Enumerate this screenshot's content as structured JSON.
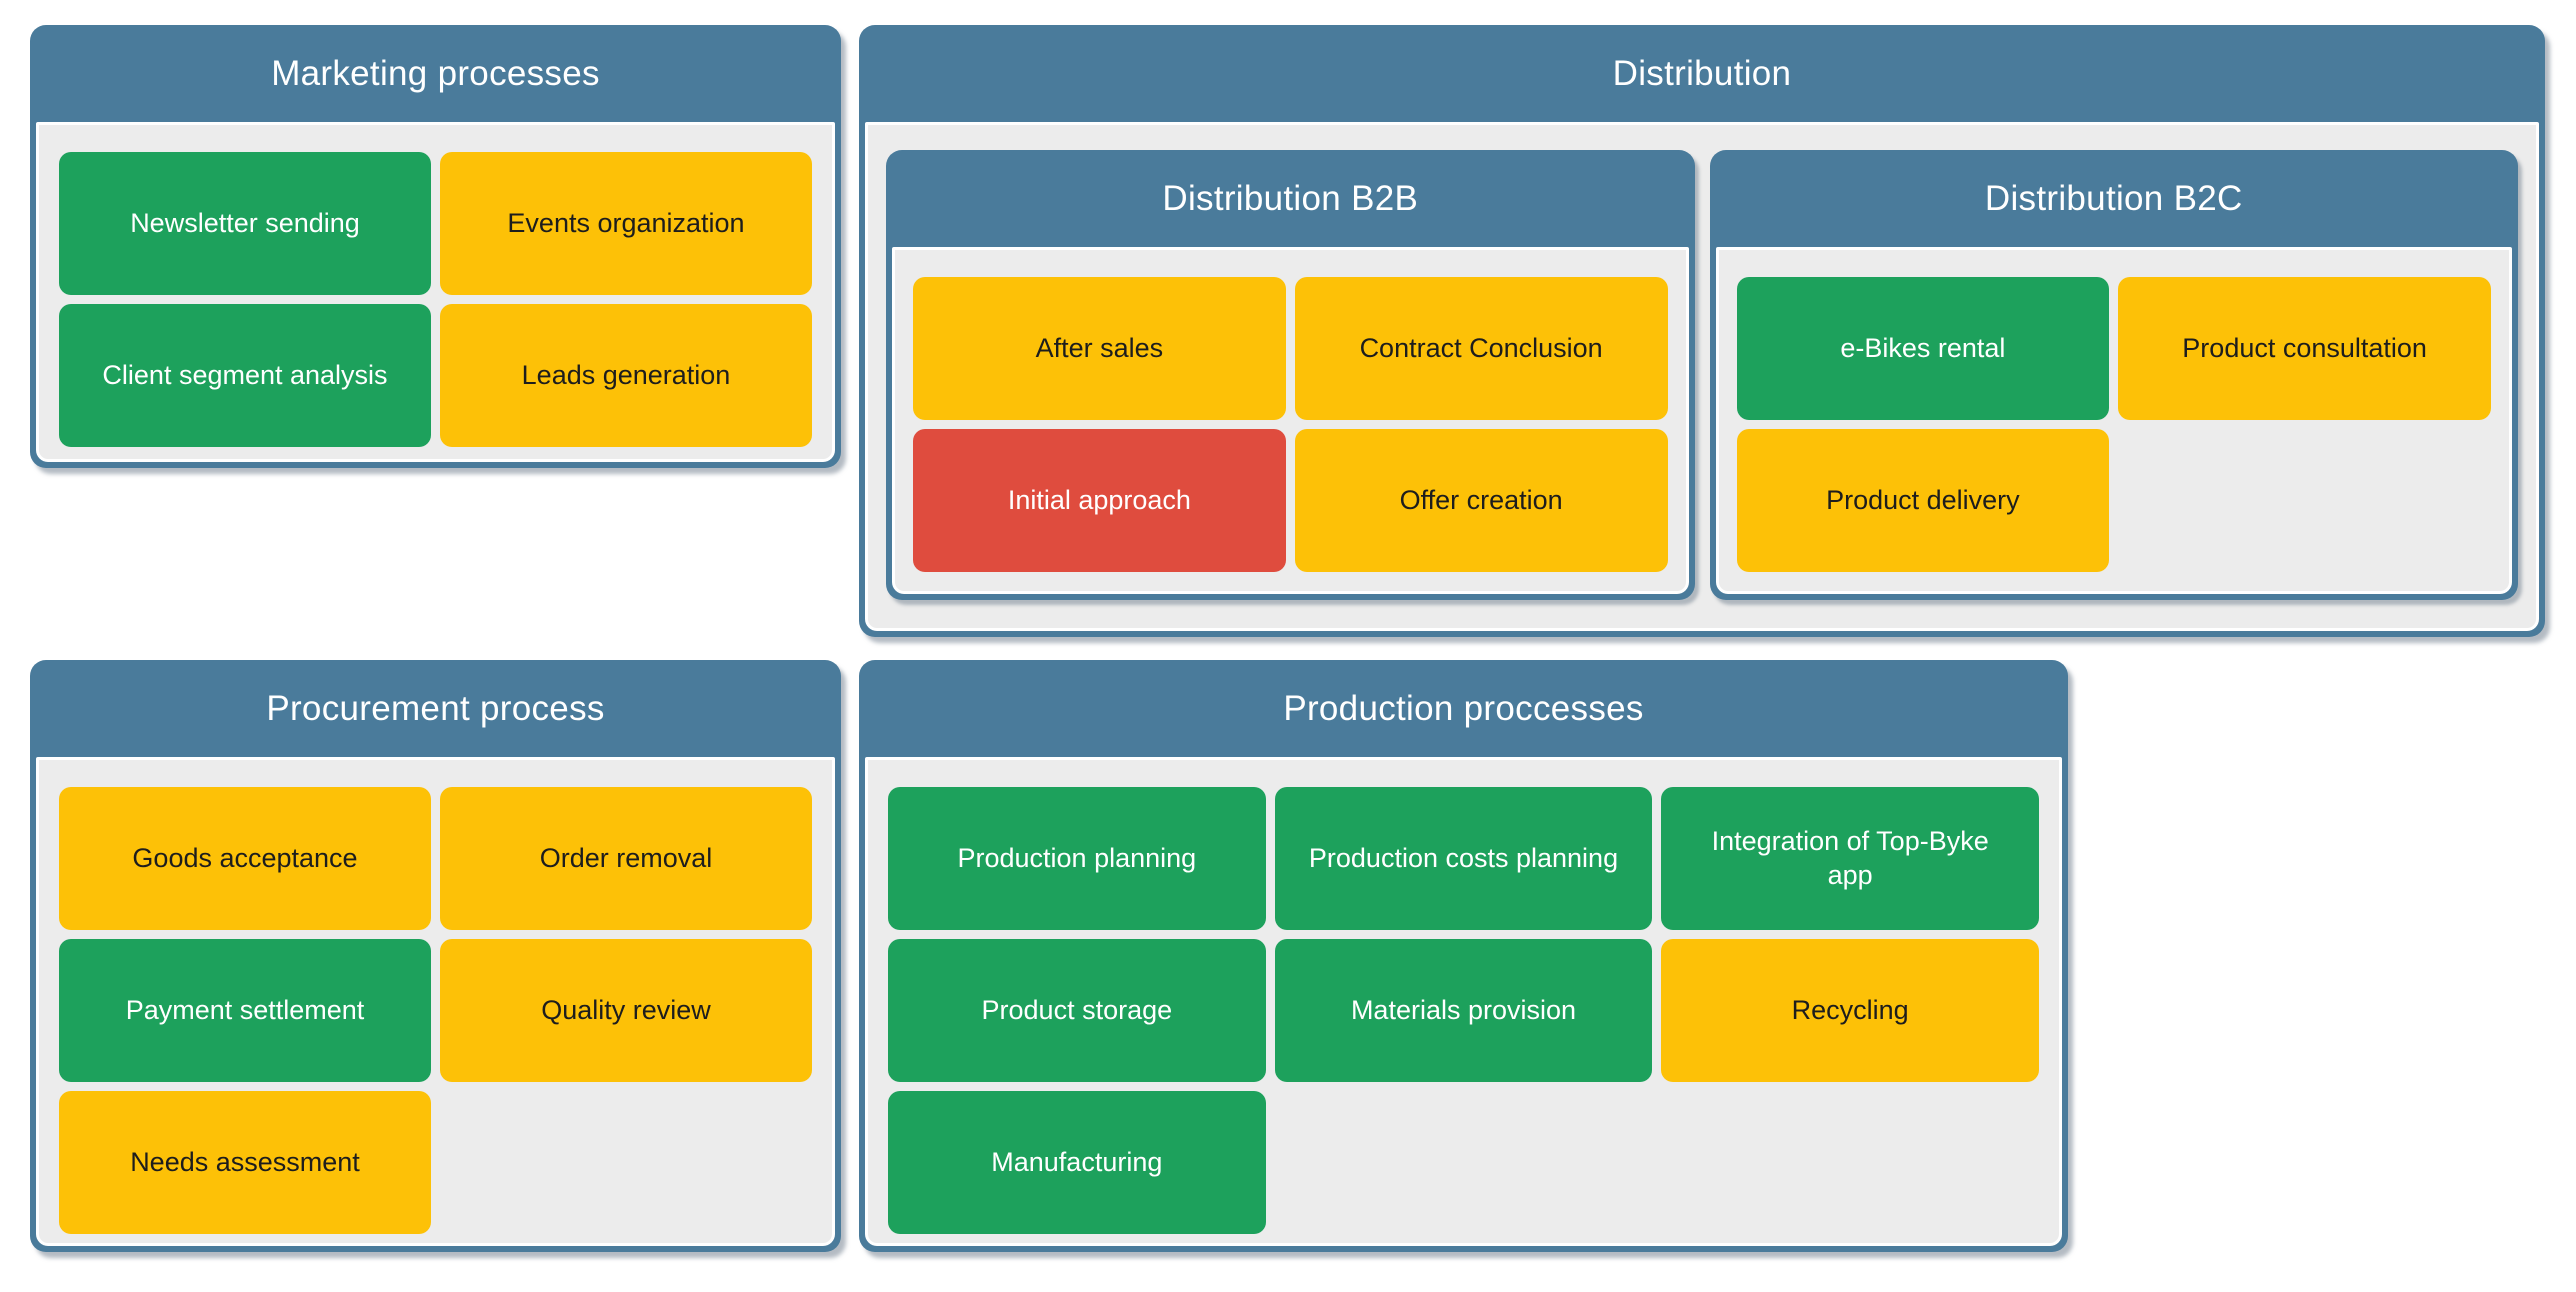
{
  "colors": {
    "header_blue": "#4A7B9B",
    "body_gray": "#ECECEC",
    "tile_green": "#1DA15C",
    "tile_yellow": "#FDC107",
    "tile_red": "#DF4C3E",
    "header_text": "#FFFFFF",
    "text_on_yellow": "#1D1D1D",
    "text_on_dark": "#FFFFFF"
  },
  "groups": {
    "marketing": {
      "title": "Marketing processes",
      "tiles": [
        {
          "label": "Newsletter sending",
          "status": "green"
        },
        {
          "label": "Events organization",
          "status": "yellow"
        },
        {
          "label": "Client segment analysis",
          "status": "green"
        },
        {
          "label": "Leads generation",
          "status": "yellow"
        }
      ]
    },
    "distribution": {
      "title": "Distribution",
      "subgroups": [
        {
          "title": "Distribution B2B",
          "tiles": [
            {
              "label": "After sales",
              "status": "yellow"
            },
            {
              "label": "Contract Conclusion",
              "status": "yellow"
            },
            {
              "label": "Initial approach",
              "status": "red"
            },
            {
              "label": "Offer creation",
              "status": "yellow"
            }
          ]
        },
        {
          "title": "Distribution B2C",
          "tiles": [
            {
              "label": "e-Bikes rental",
              "status": "green"
            },
            {
              "label": "Product consultation",
              "status": "yellow"
            },
            {
              "label": "Product delivery",
              "status": "yellow"
            }
          ]
        }
      ]
    },
    "procurement": {
      "title": "Procurement process",
      "tiles": [
        {
          "label": "Goods acceptance",
          "status": "yellow"
        },
        {
          "label": "Order removal",
          "status": "yellow"
        },
        {
          "label": "Payment settlement",
          "status": "green"
        },
        {
          "label": "Quality review",
          "status": "yellow"
        },
        {
          "label": "Needs assessment",
          "status": "yellow"
        }
      ]
    },
    "production": {
      "title": "Production proccesses",
      "tiles": [
        {
          "label": "Production planning",
          "status": "green"
        },
        {
          "label": "Production costs planning",
          "status": "green"
        },
        {
          "label": "Integration of Top-Byke app",
          "status": "green"
        },
        {
          "label": "Product storage",
          "status": "green"
        },
        {
          "label": "Materials provision",
          "status": "green"
        },
        {
          "label": "Recycling",
          "status": "yellow"
        },
        {
          "label": "Manufacturing",
          "status": "green"
        }
      ]
    }
  }
}
